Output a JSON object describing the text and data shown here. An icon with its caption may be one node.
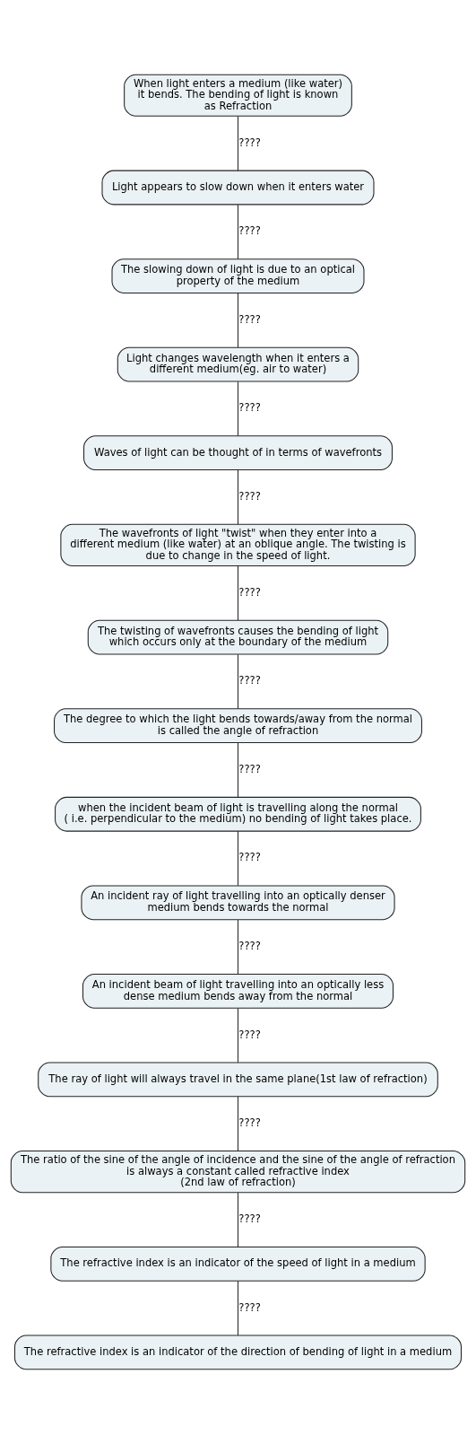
{
  "diagram": {
    "nodes": [
      {
        "text": [
          "When light enters a medium (like water) it bends. The bending of light is known as Refraction"
        ]
      },
      {
        "text": [
          "Light appears to slow down when it enters water"
        ]
      },
      {
        "text": [
          "The slowing down of light is due to an optical property of the medium"
        ]
      },
      {
        "text": [
          "Light changes wavelength when it enters a different medium(eg. air to water)"
        ]
      },
      {
        "text": [
          "Waves of light can be thought of in terms of wavefronts"
        ]
      },
      {
        "text": [
          "The wavefronts of light \"twist\" when they enter into a different medium (like water) at an oblique angle. The twisting is due to change in the speed of light."
        ]
      },
      {
        "text": [
          "The twisting of wavefronts causes the bending of light which occurs only at the boundary of the medium"
        ]
      },
      {
        "text": [
          "The degree to which the light bends towards/away from the normal is called the angle of refraction"
        ]
      },
      {
        "text": [
          "when the incident beam of light is travelling along the normal ( i.e. perpendicular to the medium) no bending of light takes place."
        ]
      },
      {
        "text": [
          "An incident ray of light travelling into an optically denser medium bends towards the normal"
        ]
      },
      {
        "text": [
          "An incident beam of light travelling into an optically less dense medium bends away from the normal"
        ]
      },
      {
        "text": [
          "The ray of light will always travel in the same plane(1st law of refraction)"
        ]
      },
      {
        "text": [
          "The ratio of the sine of the angle of incidence and the sine of the angle of refraction is always a constant called refractive index (2nd law of refraction)"
        ]
      },
      {
        "text": [
          "The refractive index is an indicator of the speed of light in a medium"
        ]
      },
      {
        "text": [
          "The refractive index is an indicator of the direction of bending of light in a medium"
        ]
      }
    ],
    "edges": [
      {
        "from": 0,
        "to": 1,
        "label": "????",
        "arrow": "none"
      },
      {
        "from": 1,
        "to": 2,
        "label": "????",
        "arrow": "none"
      },
      {
        "from": 2,
        "to": 3,
        "label": "????",
        "arrow": "none"
      },
      {
        "from": 3,
        "to": 4,
        "label": "????",
        "arrow": "none"
      },
      {
        "from": 4,
        "to": 5,
        "label": "????",
        "arrow": "none"
      },
      {
        "from": 5,
        "to": 6,
        "label": "????",
        "arrow": "none"
      },
      {
        "from": 6,
        "to": 7,
        "label": "????",
        "arrow": "none"
      },
      {
        "from": 7,
        "to": 8,
        "label": "????",
        "arrow": "none"
      },
      {
        "from": 8,
        "to": 9,
        "label": "????",
        "arrow": "none"
      },
      {
        "from": 9,
        "to": 10,
        "label": "????",
        "arrow": "none"
      },
      {
        "from": 10,
        "to": 11,
        "label": "????",
        "arrow": "none"
      },
      {
        "from": 11,
        "to": 12,
        "label": "????",
        "arrow": "none"
      },
      {
        "from": 12,
        "to": 13,
        "label": "????",
        "arrow": "none"
      },
      {
        "from": 13,
        "to": 14,
        "label": "????",
        "arrow": "none"
      }
    ]
  }
}
